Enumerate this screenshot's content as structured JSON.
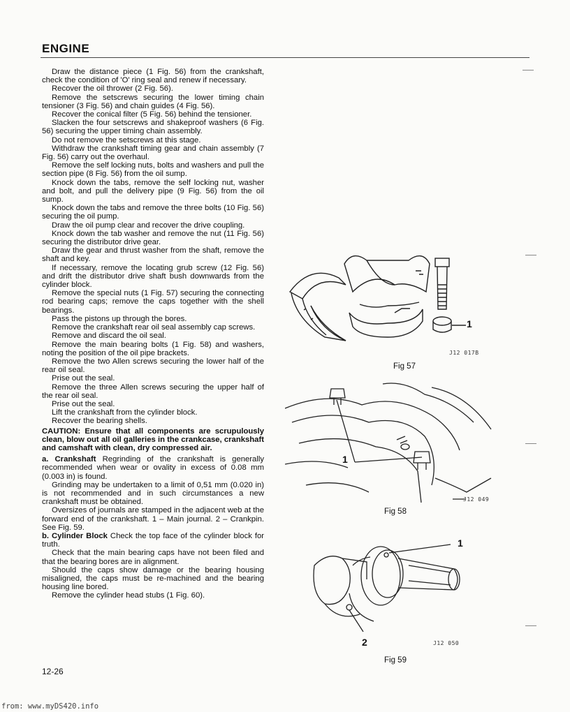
{
  "header": {
    "title": "ENGINE"
  },
  "paragraphs": [
    "Draw the distance piece (1 Fig. 56) from the crankshaft, check the condition of 'O' ring seal and renew if necessary.",
    "Recover the oil thrower (2 Fig. 56).",
    "Remove the setscrews securing the lower timing chain tensioner (3 Fig. 56) and chain guides (4 Fig. 56).",
    "Recover the conical filter (5 Fig. 56) behind the tensioner.",
    "Slacken the four setscrews and shakeproof washers (6 Fig. 56) securing the upper timing chain assembly.",
    "Do not remove the setscrews at this stage.",
    "Withdraw the crankshaft timing gear and chain assembly (7 Fig. 56) carry out the overhaul.",
    "Remove the self locking nuts, bolts and washers and pull the section pipe (8 Fig. 56) from the oil sump.",
    "Knock down the tabs, remove the self locking nut, washer and bolt, and pull the delivery pipe (9 Fig. 56) from the oil sump.",
    "Knock down the tabs and remove the three bolts (10 Fig. 56) securing the oil pump.",
    "Draw the oil pump clear and recover the drive coupling.",
    "Knock down the tab washer and remove the nut (11 Fig. 56) securing the distributor drive gear.",
    "Draw the gear and thrust washer from the shaft, remove the shaft and key.",
    "If necessary, remove the locating grub screw (12 Fig. 56) and drift the distributor drive shaft bush downwards from the cylinder block.",
    "Remove the special nuts (1 Fig. 57) securing the connecting rod bearing caps; remove the caps together with the shell bearings.",
    "Pass the pistons up through the bores.",
    "Remove the crankshaft rear oil seal assembly cap screws.",
    "Remove and discard the oil seal.",
    "Remove the main bearing bolts (1 Fig. 58) and washers, noting the position of the oil pipe brackets.",
    "Remove the two Allen screws securing the lower half of the rear oil seal.",
    "Prise out the seal.",
    "Remove the three Allen screws securing the upper half of the rear oil seal.",
    "Prise out the seal.",
    "Lift the crankshaft from the cylinder block.",
    "Recover the bearing shells."
  ],
  "caution": "CAUTION: Ensure that all components are scrupulously clean, blow out all oil galleries in the crankcase, crankshaft and camshaft with clean, dry compressed air.",
  "crankshaft": {
    "heading": "a. Crankshaft",
    "text1": "Regrinding of the crankshaft is generally recommended when wear or ovality in excess of 0.08 mm (0.003 in) is found.",
    "text2": "Grinding may be undertaken to a limit of 0,51 mm (0.020 in) is not recommended and in such circumstances a new crankshaft must be obtained.",
    "text3": "Oversizes of journals are stamped in the adjacent web at the forward end of the crankshaft. 1 – Main journal. 2 – Crankpin. See Fig. 59."
  },
  "cylinder_block": {
    "heading": "b. Cylinder Block",
    "text1": "Check the top face of the cylinder block for truth.",
    "text2": "Check that the main bearing caps have not been filed and that the bearing bores are in alignment.",
    "text3": "Should the caps show damage or the bearing housing misaligned, the caps must be re-machined and the bearing housing line bored.",
    "text4": "Remove the cylinder head stubs (1 Fig. 60)."
  },
  "page_number": "12-26",
  "footer_url": "from: www.myDS420.info",
  "figures": [
    {
      "caption": "Fig 57",
      "ref": "J12 017B",
      "callouts": [
        "1"
      ]
    },
    {
      "caption": "Fig 58",
      "ref": "J12 049",
      "callouts": [
        "1"
      ]
    },
    {
      "caption": "Fig 59",
      "ref": "J12 050",
      "callouts": [
        "1",
        "2"
      ]
    }
  ]
}
